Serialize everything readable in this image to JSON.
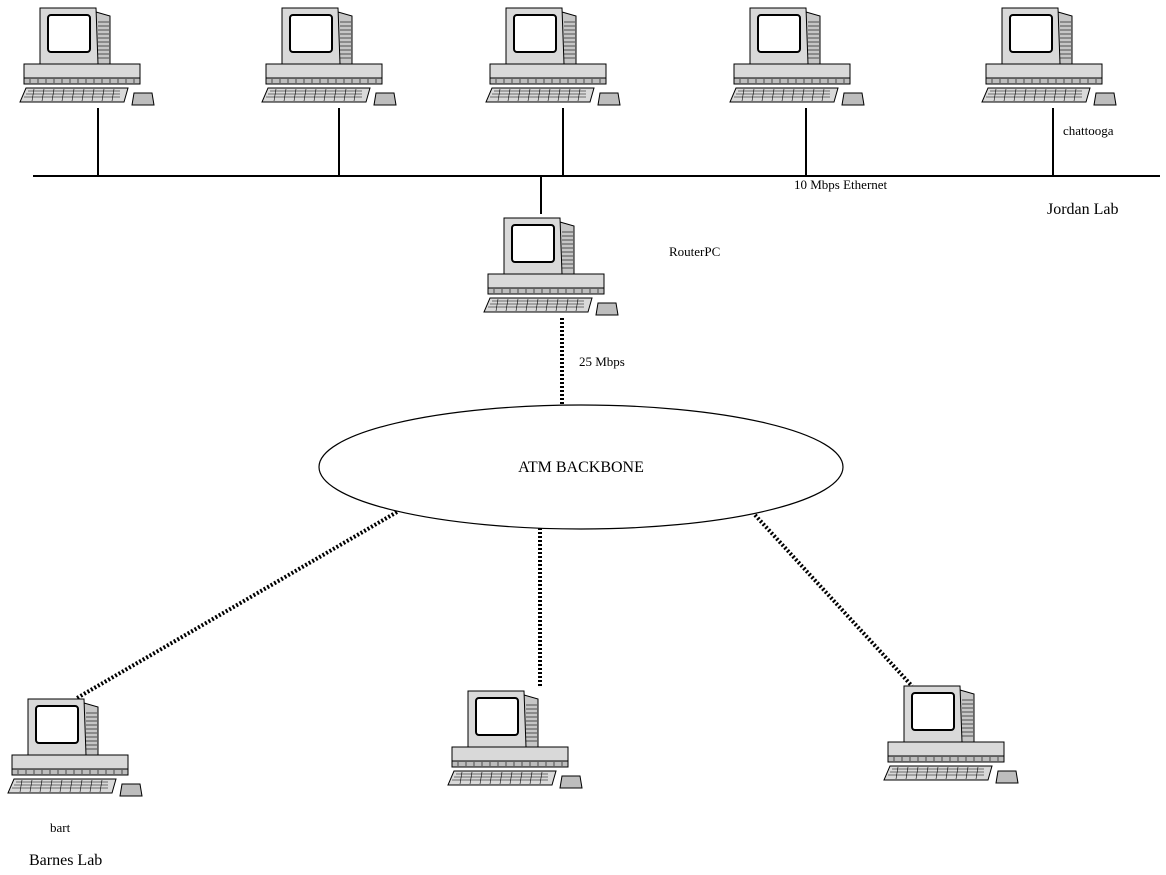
{
  "labels": {
    "ethernet_speed": "10 Mbps Ethernet",
    "lab_top": "Jordan Lab",
    "lab_bottom": "Barnes Lab",
    "router": "RouterPC",
    "router_link": "25 Mbps",
    "backbone": "ATM BACKBONE",
    "host_top_right": "chattooga",
    "host_bottom_left": "bart"
  },
  "icons": {
    "computer": "desktop-computer-icon"
  },
  "colors": {
    "line": "#000000",
    "background": "#ffffff"
  }
}
